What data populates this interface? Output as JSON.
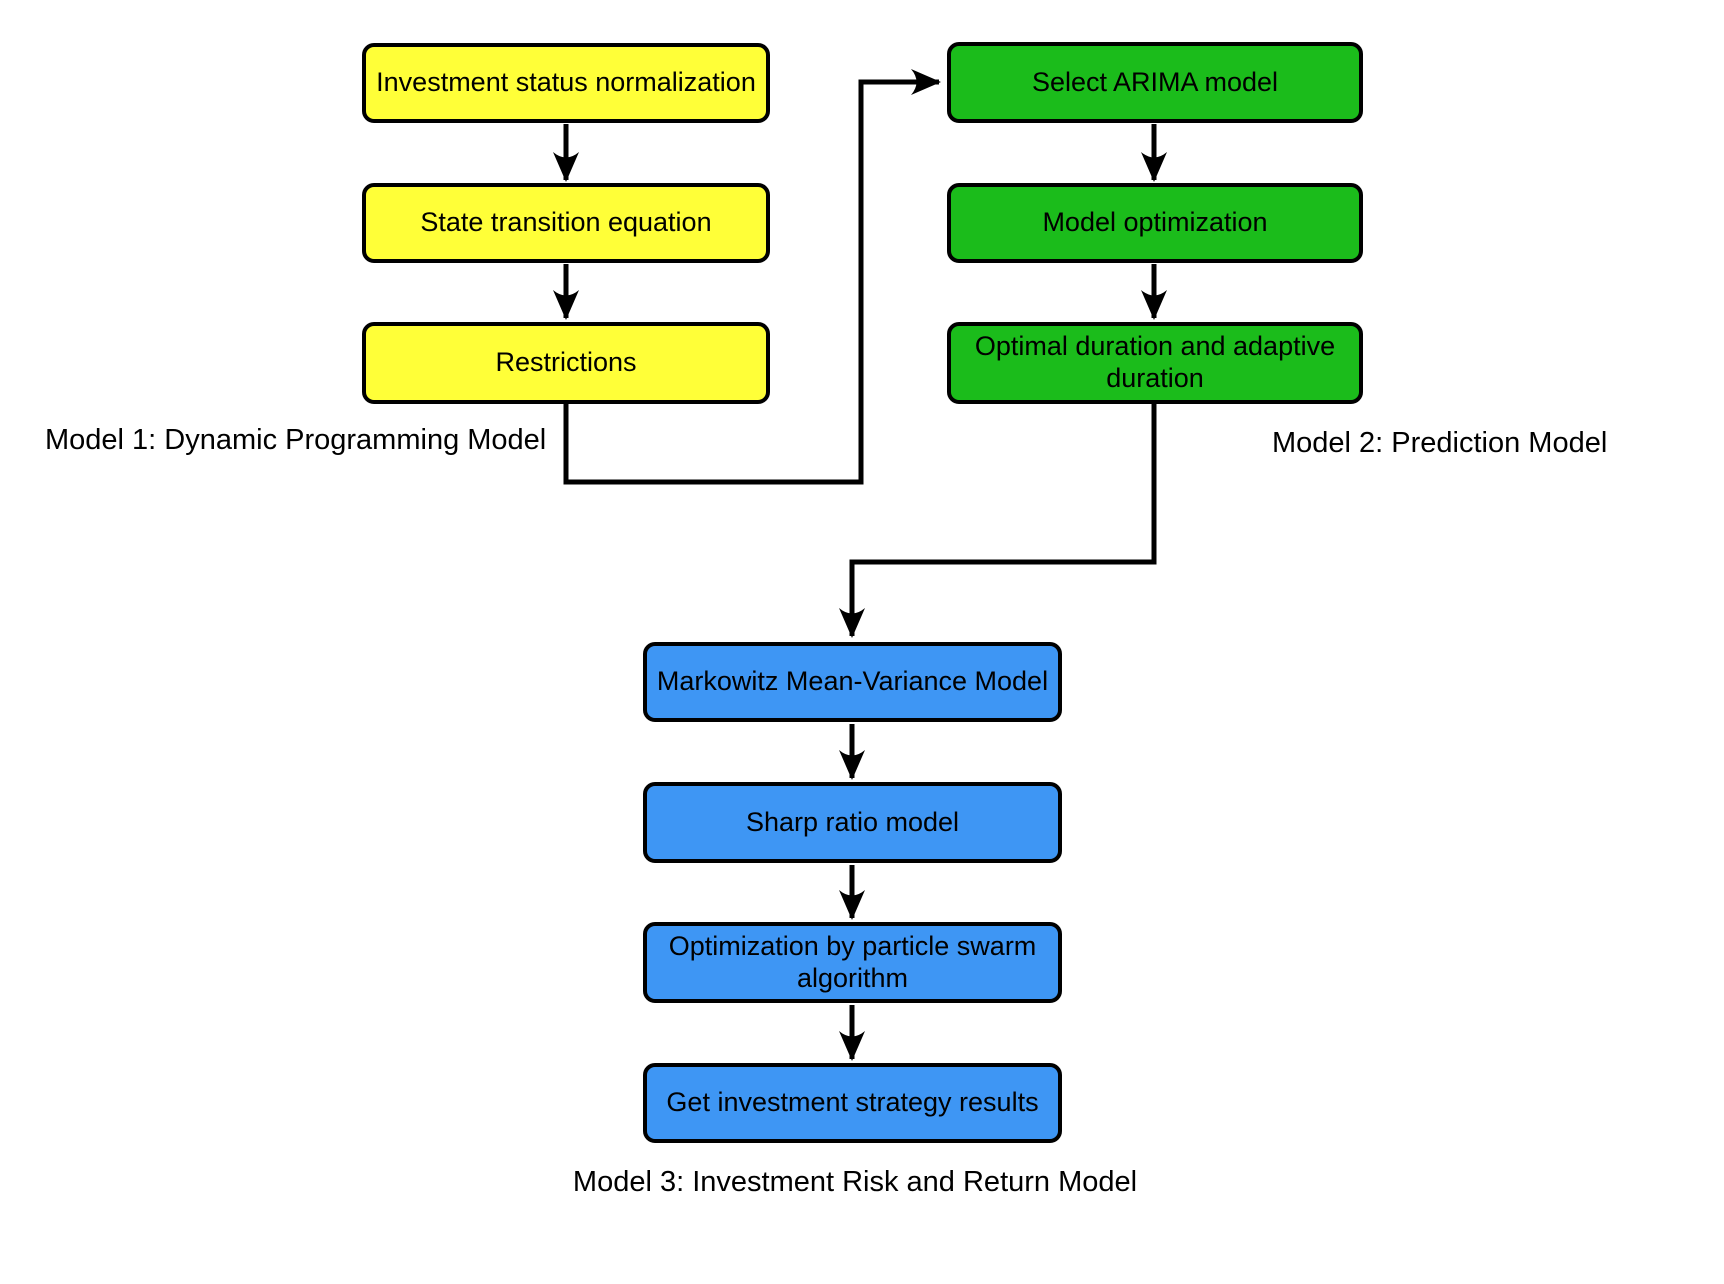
{
  "page": {
    "background": "#FFFFFF"
  },
  "colors": {
    "model1_fill": "#FFFF38",
    "model2_fill": "#1BBC1B",
    "model3_fill": "#3E96F4",
    "node_border": "#000000",
    "arrow": "#000000",
    "text": "#000000"
  },
  "model1": {
    "label": "Model 1: Dynamic Programming Model",
    "boxes": [
      "Investment status normalization",
      "State transition equation",
      "Restrictions"
    ]
  },
  "model2": {
    "label": "Model 2: Prediction Model",
    "boxes": [
      "Select ARIMA model",
      "Model optimization",
      "Optimal duration and adaptive duration"
    ]
  },
  "model3": {
    "label": "Model 3: Investment Risk and Return Model",
    "boxes": [
      "Markowitz Mean-Variance Model",
      "Sharp ratio model",
      "Optimization by particle swarm algorithm",
      "Get investment strategy results"
    ]
  },
  "connections": [
    {
      "from": "Investment status normalization",
      "to": "State transition equation"
    },
    {
      "from": "State transition equation",
      "to": "Restrictions"
    },
    {
      "from": "Restrictions",
      "to": "Select ARIMA model"
    },
    {
      "from": "Select ARIMA model",
      "to": "Model optimization"
    },
    {
      "from": "Model optimization",
      "to": "Optimal duration and adaptive duration"
    },
    {
      "from": "Optimal duration and adaptive duration",
      "to": "Markowitz Mean-Variance Model"
    },
    {
      "from": "Markowitz Mean-Variance Model",
      "to": "Sharp ratio model"
    },
    {
      "from": "Sharp ratio model",
      "to": "Optimization by particle swarm algorithm"
    },
    {
      "from": "Optimization by particle swarm algorithm",
      "to": "Get investment strategy results"
    }
  ]
}
